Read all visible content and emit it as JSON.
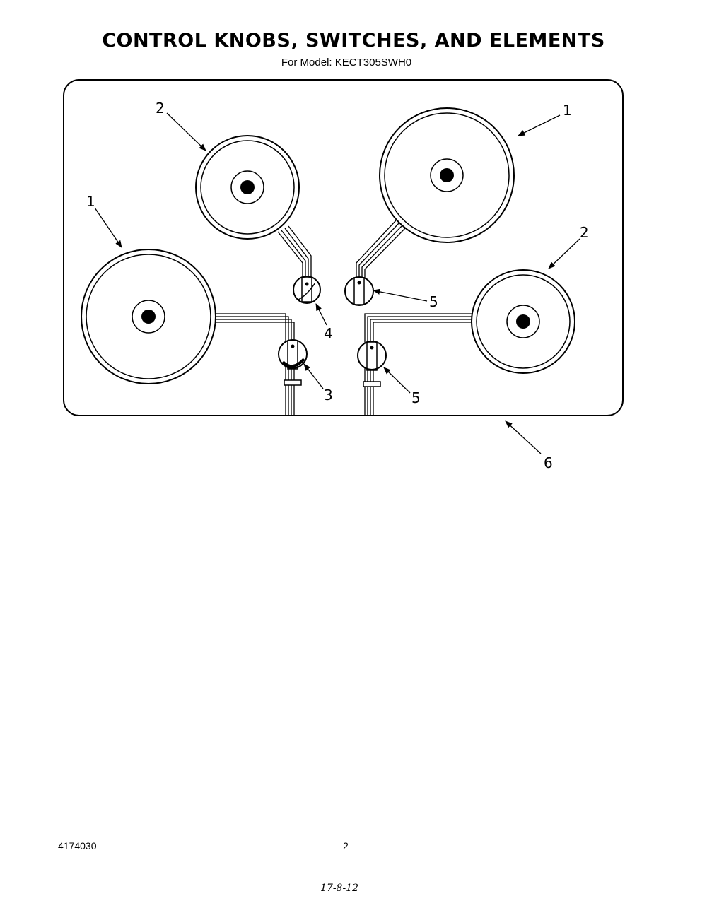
{
  "page": {
    "title": "CONTROL KNOBS, SWITCHES, AND ELEMENTS",
    "model_label": "For Model:",
    "model": "KECT305SWH0"
  },
  "callouts": {
    "element_large_left": "1",
    "element_large_right": "1",
    "element_small_top_left": "2",
    "element_small_right": "2",
    "switch_lower_left": "3",
    "switch_upper_left": "4",
    "switch_upper_right": "5",
    "switch_lower_right": "5",
    "cooktop": "6"
  },
  "footer": {
    "part_number": "4174030",
    "page_number": "2",
    "handwritten_mark": "17-8-12"
  }
}
